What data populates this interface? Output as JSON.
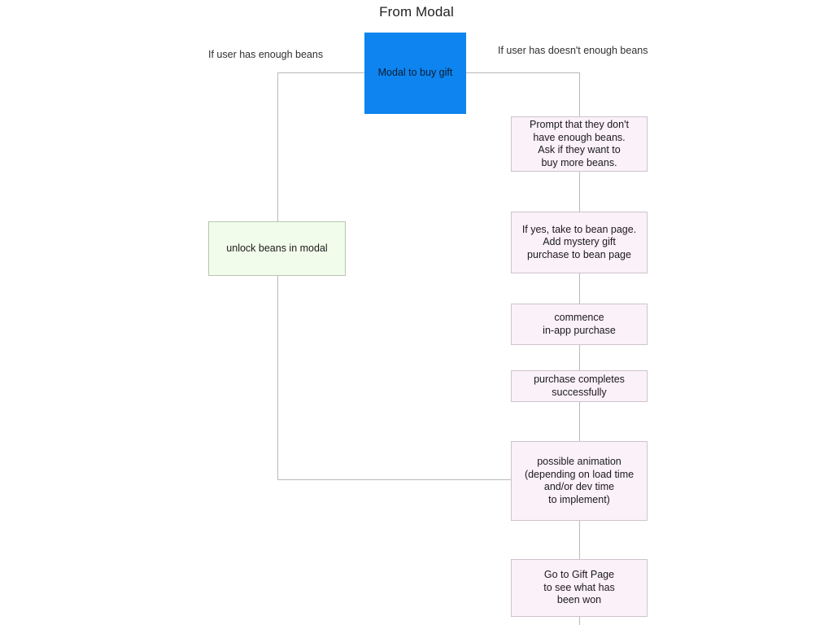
{
  "diagram": {
    "title": "From Modal",
    "type": "flowchart",
    "background_color": "#ffffff",
    "line_color": "#b9b9b9",
    "colors": {
      "modal_fill": "#0d84ef",
      "pink_fill": "#fbf1f9",
      "pink_stroke": "#cfc3cd",
      "green_fill": "#f2fceb",
      "green_stroke": "#b9c4b2",
      "text": "#1a1a1a"
    },
    "branch_labels": {
      "left": "If user has enough beans",
      "right": "If user has doesn't enough beans"
    },
    "nodes": {
      "modal": "Modal to buy gift",
      "unlock": "unlock beans in modal",
      "prompt": "Prompt that they don't\nhave enough beans.\nAsk if they want to\nbuy more beans.",
      "bean_page": "If yes, take to bean page.\nAdd mystery gift\npurchase to bean page",
      "commence": "commence\nin-app purchase",
      "completes": "purchase completes\nsuccessfully",
      "animation": "possible animation\n(depending on load time\nand/or dev time\nto implement)",
      "gift_page": "Go to Gift Page\nto see what has\nbeen won"
    }
  }
}
